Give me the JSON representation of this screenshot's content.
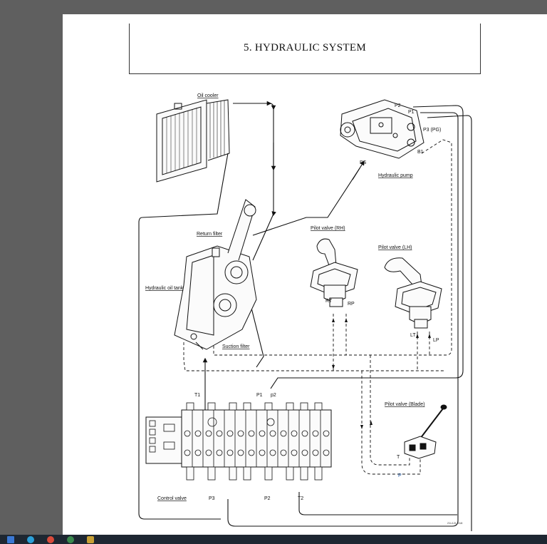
{
  "page": {
    "title": "5. HYDRAULIC SYSTEM",
    "figure_code": "21L12L-018"
  },
  "labels": {
    "oil_cooler": "Oil cooler",
    "hydraulic_pump": "Hydraulic pump",
    "return_filter": "Return filter",
    "hydraulic_oil_tank": "Hydraulic oil tank",
    "suction_filter": "Suction filter",
    "pilot_valve_rh": "Pilot valve (RH)",
    "pilot_valve_lh": "Pilot valve (LH)",
    "pilot_valve_blade": "Pilot valve (Blade)",
    "control_valve": "Control valve"
  },
  "ports": {
    "p2_pump": "P2",
    "p1_pump": "P1",
    "p3_pg": "P3 (PG)",
    "b1": "B1",
    "ps": "PS",
    "rt": "RT",
    "rp": "RP",
    "lt": "LT",
    "lp": "LP",
    "t_blade": "T",
    "p_blade": "P",
    "t1": "T1",
    "p1_cv": "P1",
    "p2_cv_small": "p2",
    "p3_cv": "P3",
    "p2_cv": "P2",
    "t2": "T2"
  },
  "taskbar": {
    "background": "#1e2732",
    "icons": [
      "windows-icon",
      "edge-icon",
      "chrome-icon",
      "explorer-icon",
      "pdf-icon"
    ]
  }
}
